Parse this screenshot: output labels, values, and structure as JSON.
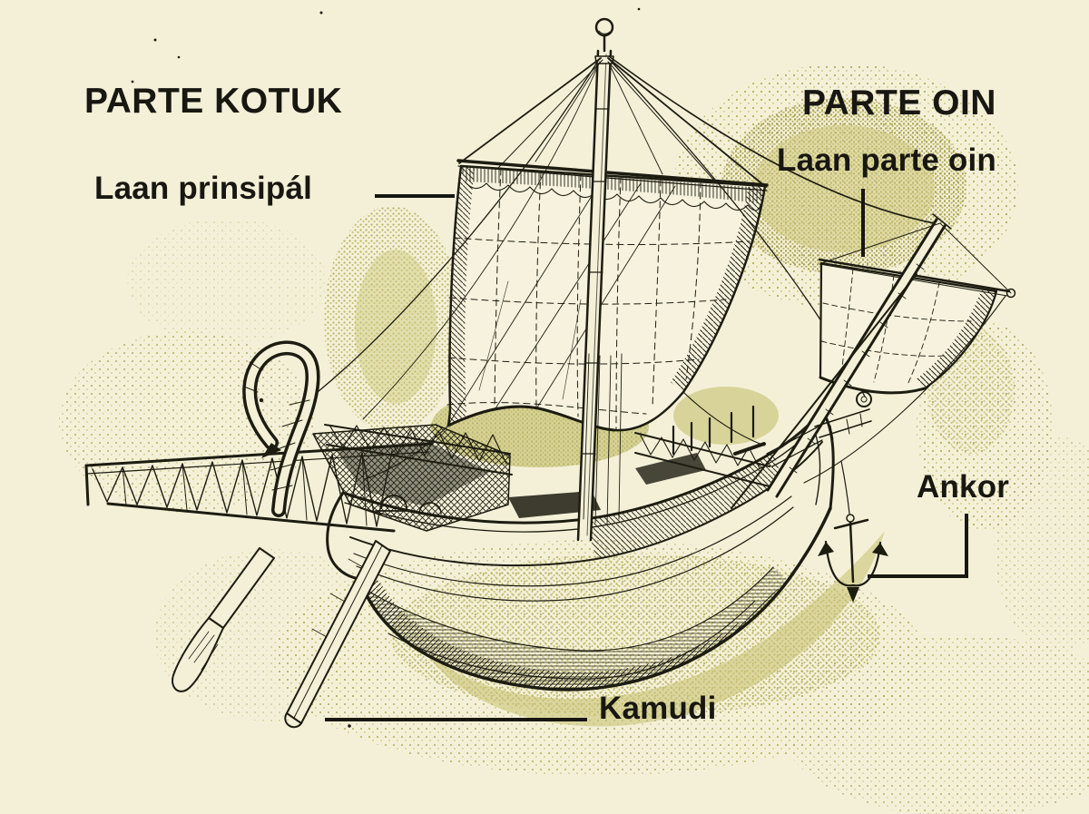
{
  "colors": {
    "background": "#f4f0d8",
    "ink": "#1d1c11",
    "label_ink": "#181711",
    "speckle_olive": "#bdb765",
    "speckle_light": "#cfcb82"
  },
  "diagram": {
    "section_left": "PARTE KOTUK",
    "section_right": "PARTE OIN",
    "labels": {
      "main_sail": "Laan prinsipál",
      "fore_sail": "Laan parte oin",
      "anchor": "Ankor",
      "rudder": "Kamudi"
    }
  }
}
